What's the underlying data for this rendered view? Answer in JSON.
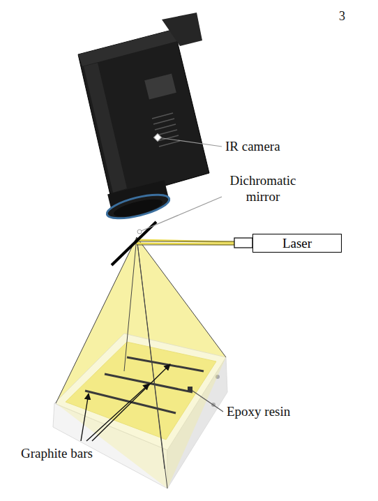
{
  "diagram": {
    "nodes": [
      {
        "text": [
          "Laser"
        ]
      }
    ],
    "labels": [
      "3",
      "IR camera",
      "Dichromatic mirror",
      "Epoxy resin",
      "Graphite bars"
    ]
  }
}
